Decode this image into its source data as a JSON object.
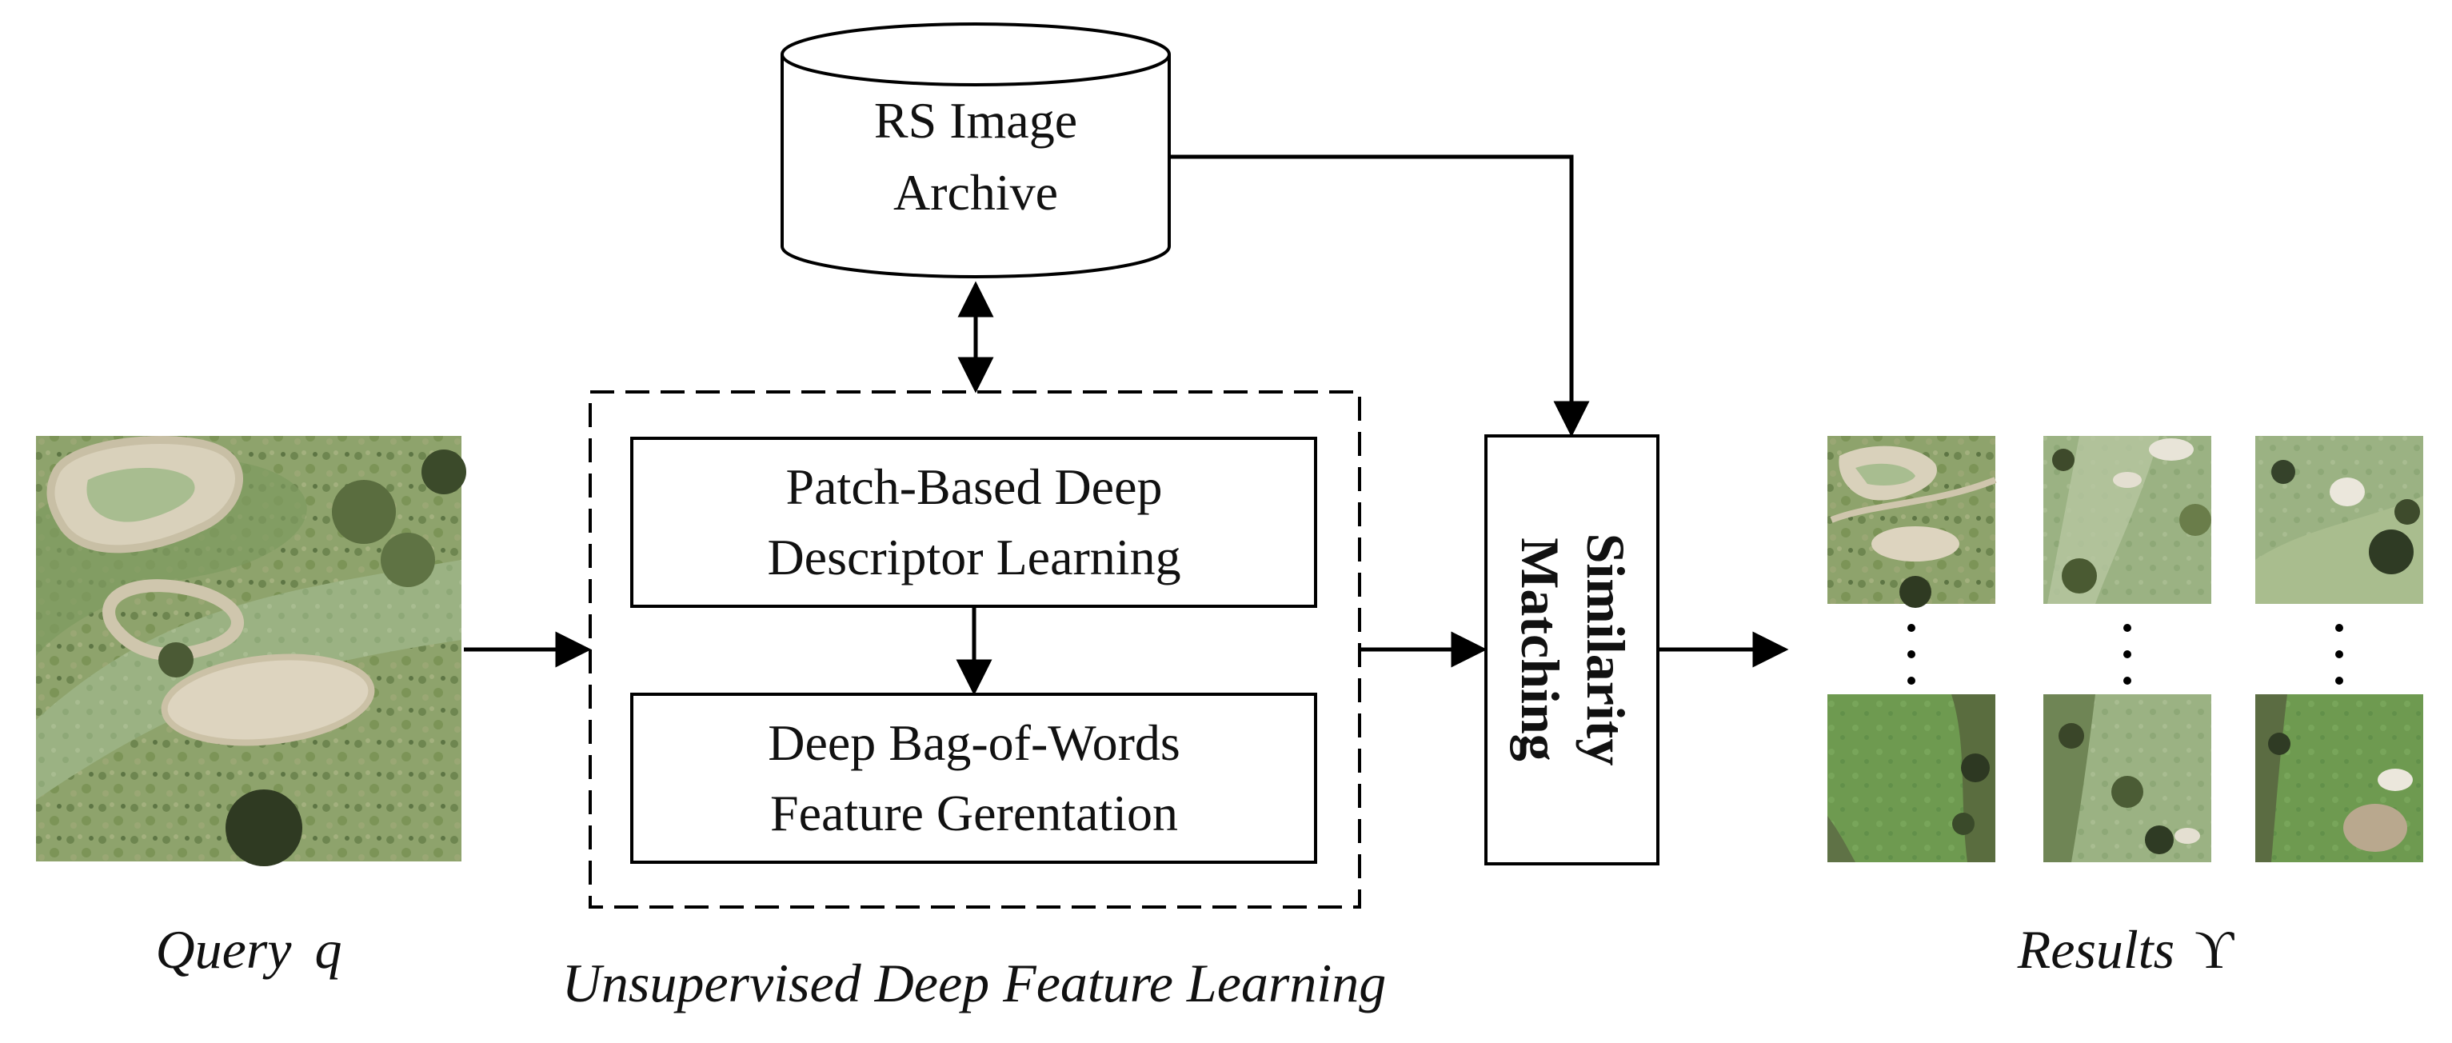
{
  "archive": {
    "line1": "RS Image",
    "line2": "Archive"
  },
  "module": {
    "box1": {
      "line1": "Patch-Based Deep",
      "line2": "Descriptor Learning"
    },
    "box2": {
      "line1": "Deep Bag-of-Words",
      "line2": "Feature Gerentation"
    },
    "caption": "Unsupervised Deep Feature Learning"
  },
  "matching": {
    "line1": "Similarity",
    "line2": "Matching"
  },
  "query": {
    "label": "Query",
    "symbol": "q"
  },
  "results": {
    "label": "Results",
    "symbol": "ϒ"
  },
  "colors": {
    "stroke": "#000000",
    "grass_light": "#8fa774",
    "grass_dark": "#5e7d3f",
    "fairway": "#6f9c4f",
    "sand": "#d8cfb8",
    "trees": "#3e4a2b"
  }
}
